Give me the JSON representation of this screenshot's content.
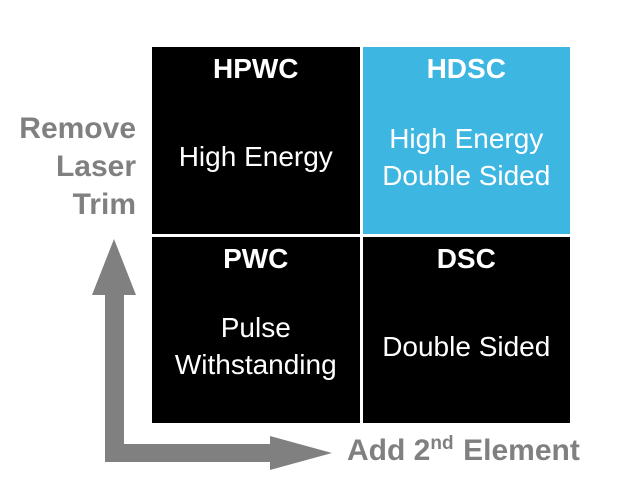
{
  "colors": {
    "highlight_blue": "#3EB6E2",
    "quadrant_black": "#000000",
    "text_white": "#FFFFFF",
    "axis_gray": "#808080"
  },
  "y_axis": {
    "lines": [
      "Remove",
      "Laser",
      "Trim"
    ]
  },
  "x_axis": {
    "prefix": "Add 2",
    "superscript": "nd",
    "suffix": "Element"
  },
  "quadrants": {
    "hpwc": {
      "title": "HPWC",
      "lines": [
        "High Energy"
      ],
      "highlighted": false
    },
    "hdsc": {
      "title": "HDSC",
      "lines": [
        "High Energy",
        "Double Sided"
      ],
      "highlighted": true
    },
    "pwc": {
      "title": "PWC",
      "lines": [
        "Pulse",
        "Withstanding"
      ],
      "highlighted": false
    },
    "dsc": {
      "title": "DSC",
      "lines": [
        "Double Sided"
      ],
      "highlighted": false
    }
  }
}
